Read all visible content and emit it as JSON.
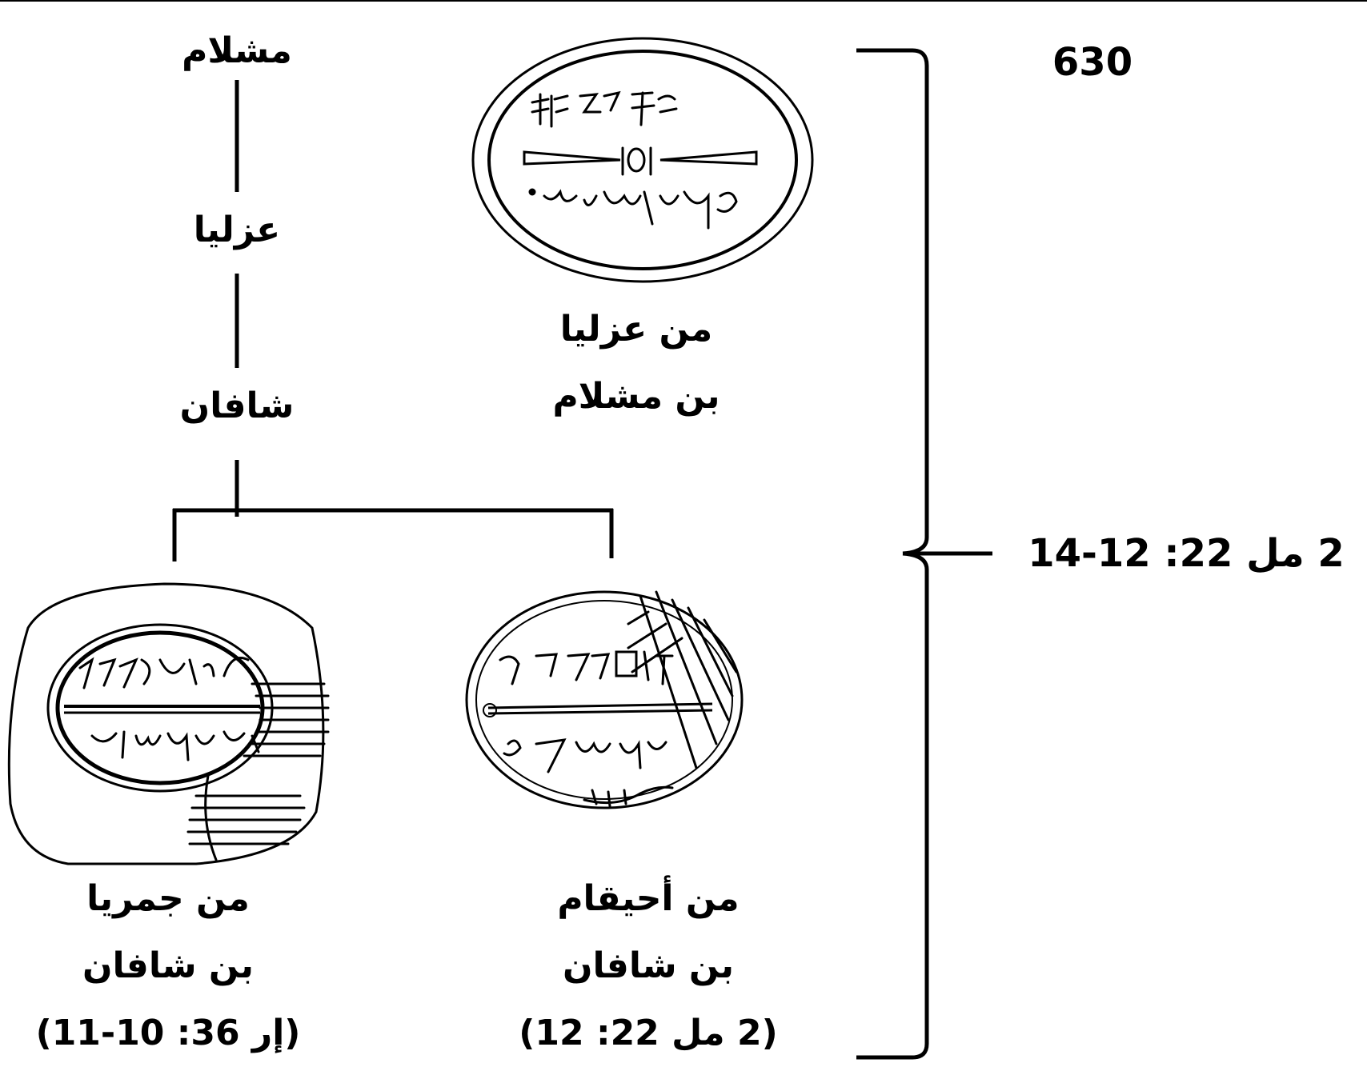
{
  "year_label": "630",
  "reference_label": "2 مل 22: 12-14",
  "tree": {
    "root": "مشلام",
    "middle": "عزليا",
    "bottom": "شافان"
  },
  "seals": {
    "top": {
      "caption_line1": "من عزليا",
      "caption_line2": "بن مشلام"
    },
    "left": {
      "caption_line1": "من جمريا",
      "caption_line2": "بن شافان",
      "caption_ref": "(إر 36: 10-11)"
    },
    "right": {
      "caption_line1": "من أحيقام",
      "caption_line2": "بن شافان",
      "caption_ref": "(2 مل 22: 12)"
    }
  }
}
